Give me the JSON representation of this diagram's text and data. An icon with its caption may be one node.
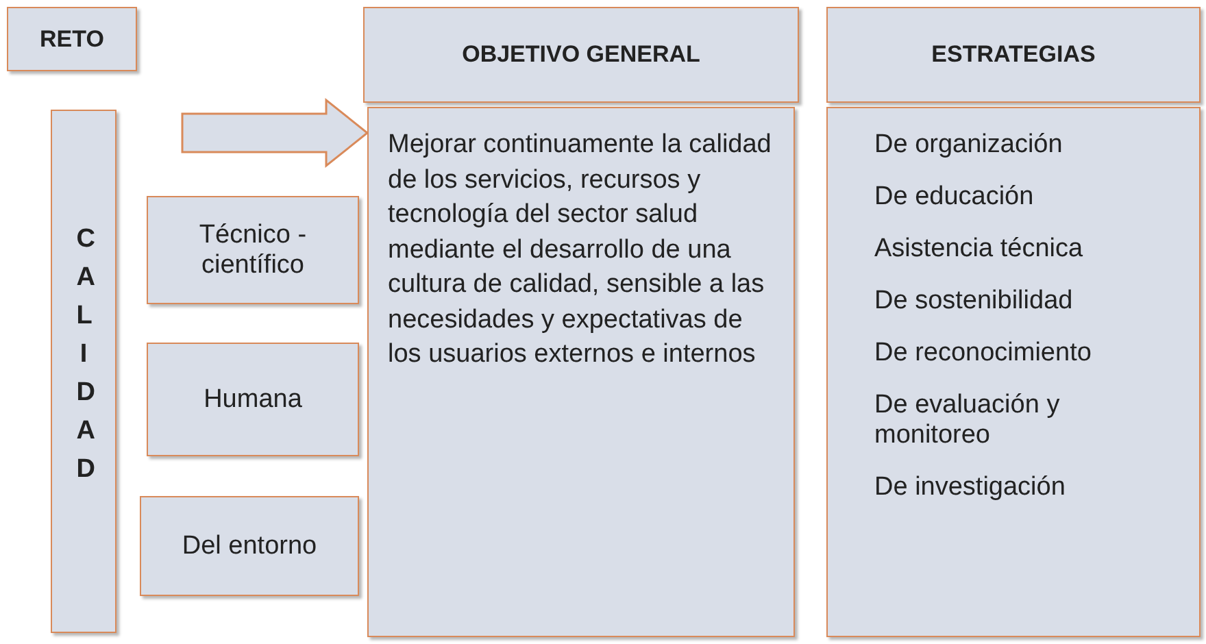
{
  "diagram": {
    "nodes": [
      {
        "text": [
          "RETO"
        ]
      },
      {
        "text": [
          "CALIDAD"
        ]
      },
      {
        "text": [
          "Técnico - científico"
        ]
      },
      {
        "text": [
          "Humana"
        ]
      },
      {
        "text": [
          "Del entorno"
        ]
      },
      {
        "text": [
          "OBJETIVO GENERAL"
        ]
      },
      {
        "text": [
          "Mejorar continuamente la calidad de los servicios, recursos y tecnología del sector salud mediante el desarrollo de una cultura de calidad, sensible a las necesidades y expectativas de los usuarios externos e internos"
        ]
      },
      {
        "text": [
          "ESTRATEGIAS"
        ]
      },
      {
        "text": [
          "De organización",
          "De educación",
          "Asistencia técnica",
          "De sostenibilidad",
          "De reconocimiento",
          "De evaluación y monitoreo",
          "De investigación"
        ]
      }
    ],
    "edges": [
      {
        "from": null,
        "to": 6,
        "arrow": "to",
        "style": "thick"
      }
    ]
  }
}
